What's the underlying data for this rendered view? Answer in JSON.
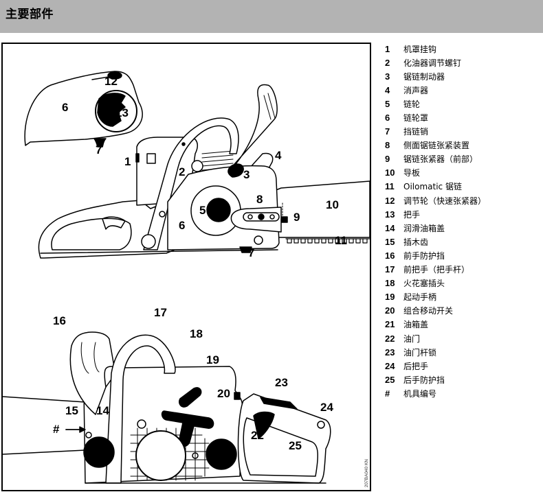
{
  "header": {
    "title": "主要部件"
  },
  "figure": {
    "code": "207BA040 KN",
    "callouts": {
      "top_cover": {
        "c12": "12",
        "c6": "6",
        "c13": "13",
        "c7": "7"
      },
      "upper_saw": {
        "c1": "1",
        "c2": "2",
        "c3": "3",
        "c4": "4",
        "c5": "5",
        "c6": "6",
        "c7": "7",
        "c8": "8",
        "c9": "9",
        "c10": "10",
        "c11": "11"
      },
      "lower_saw": {
        "c14": "14",
        "c15": "15",
        "c16": "16",
        "c17": "17",
        "c18": "18",
        "c19": "19",
        "c20": "20",
        "c21": "21",
        "c22": "22",
        "c23": "23",
        "c24": "24",
        "c25": "25",
        "hash": "#"
      }
    }
  },
  "legend": {
    "items": [
      {
        "num": "1",
        "label": "机罩挂钩"
      },
      {
        "num": "2",
        "label": "化油器调节螺钉"
      },
      {
        "num": "3",
        "label": "锯链制动器"
      },
      {
        "num": "4",
        "label": "消声器"
      },
      {
        "num": "5",
        "label": "链轮"
      },
      {
        "num": "6",
        "label": "链轮罩"
      },
      {
        "num": "7",
        "label": "挡链销"
      },
      {
        "num": "8",
        "label": "侧面锯链张紧装置"
      },
      {
        "num": "9",
        "label": "锯链张紧器（前部）"
      },
      {
        "num": "10",
        "label": "导板"
      },
      {
        "num": "11",
        "label": "Oilomatic 锯链"
      },
      {
        "num": "12",
        "label": "调节轮（快速张紧器）"
      },
      {
        "num": "13",
        "label": "把手"
      },
      {
        "num": "14",
        "label": "润滑油箱盖"
      },
      {
        "num": "15",
        "label": "插木齿"
      },
      {
        "num": "16",
        "label": "前手防护挡"
      },
      {
        "num": "17",
        "label": "前把手（把手杆）"
      },
      {
        "num": "18",
        "label": "火花塞插头"
      },
      {
        "num": "19",
        "label": "起动手柄"
      },
      {
        "num": "20",
        "label": "组合移动开关"
      },
      {
        "num": "21",
        "label": "油箱盖"
      },
      {
        "num": "22",
        "label": "油门"
      },
      {
        "num": "23",
        "label": "油门杆锁"
      },
      {
        "num": "24",
        "label": "后把手"
      },
      {
        "num": "25",
        "label": "后手防护挡"
      },
      {
        "num": "#",
        "label": "机具编号"
      }
    ]
  }
}
